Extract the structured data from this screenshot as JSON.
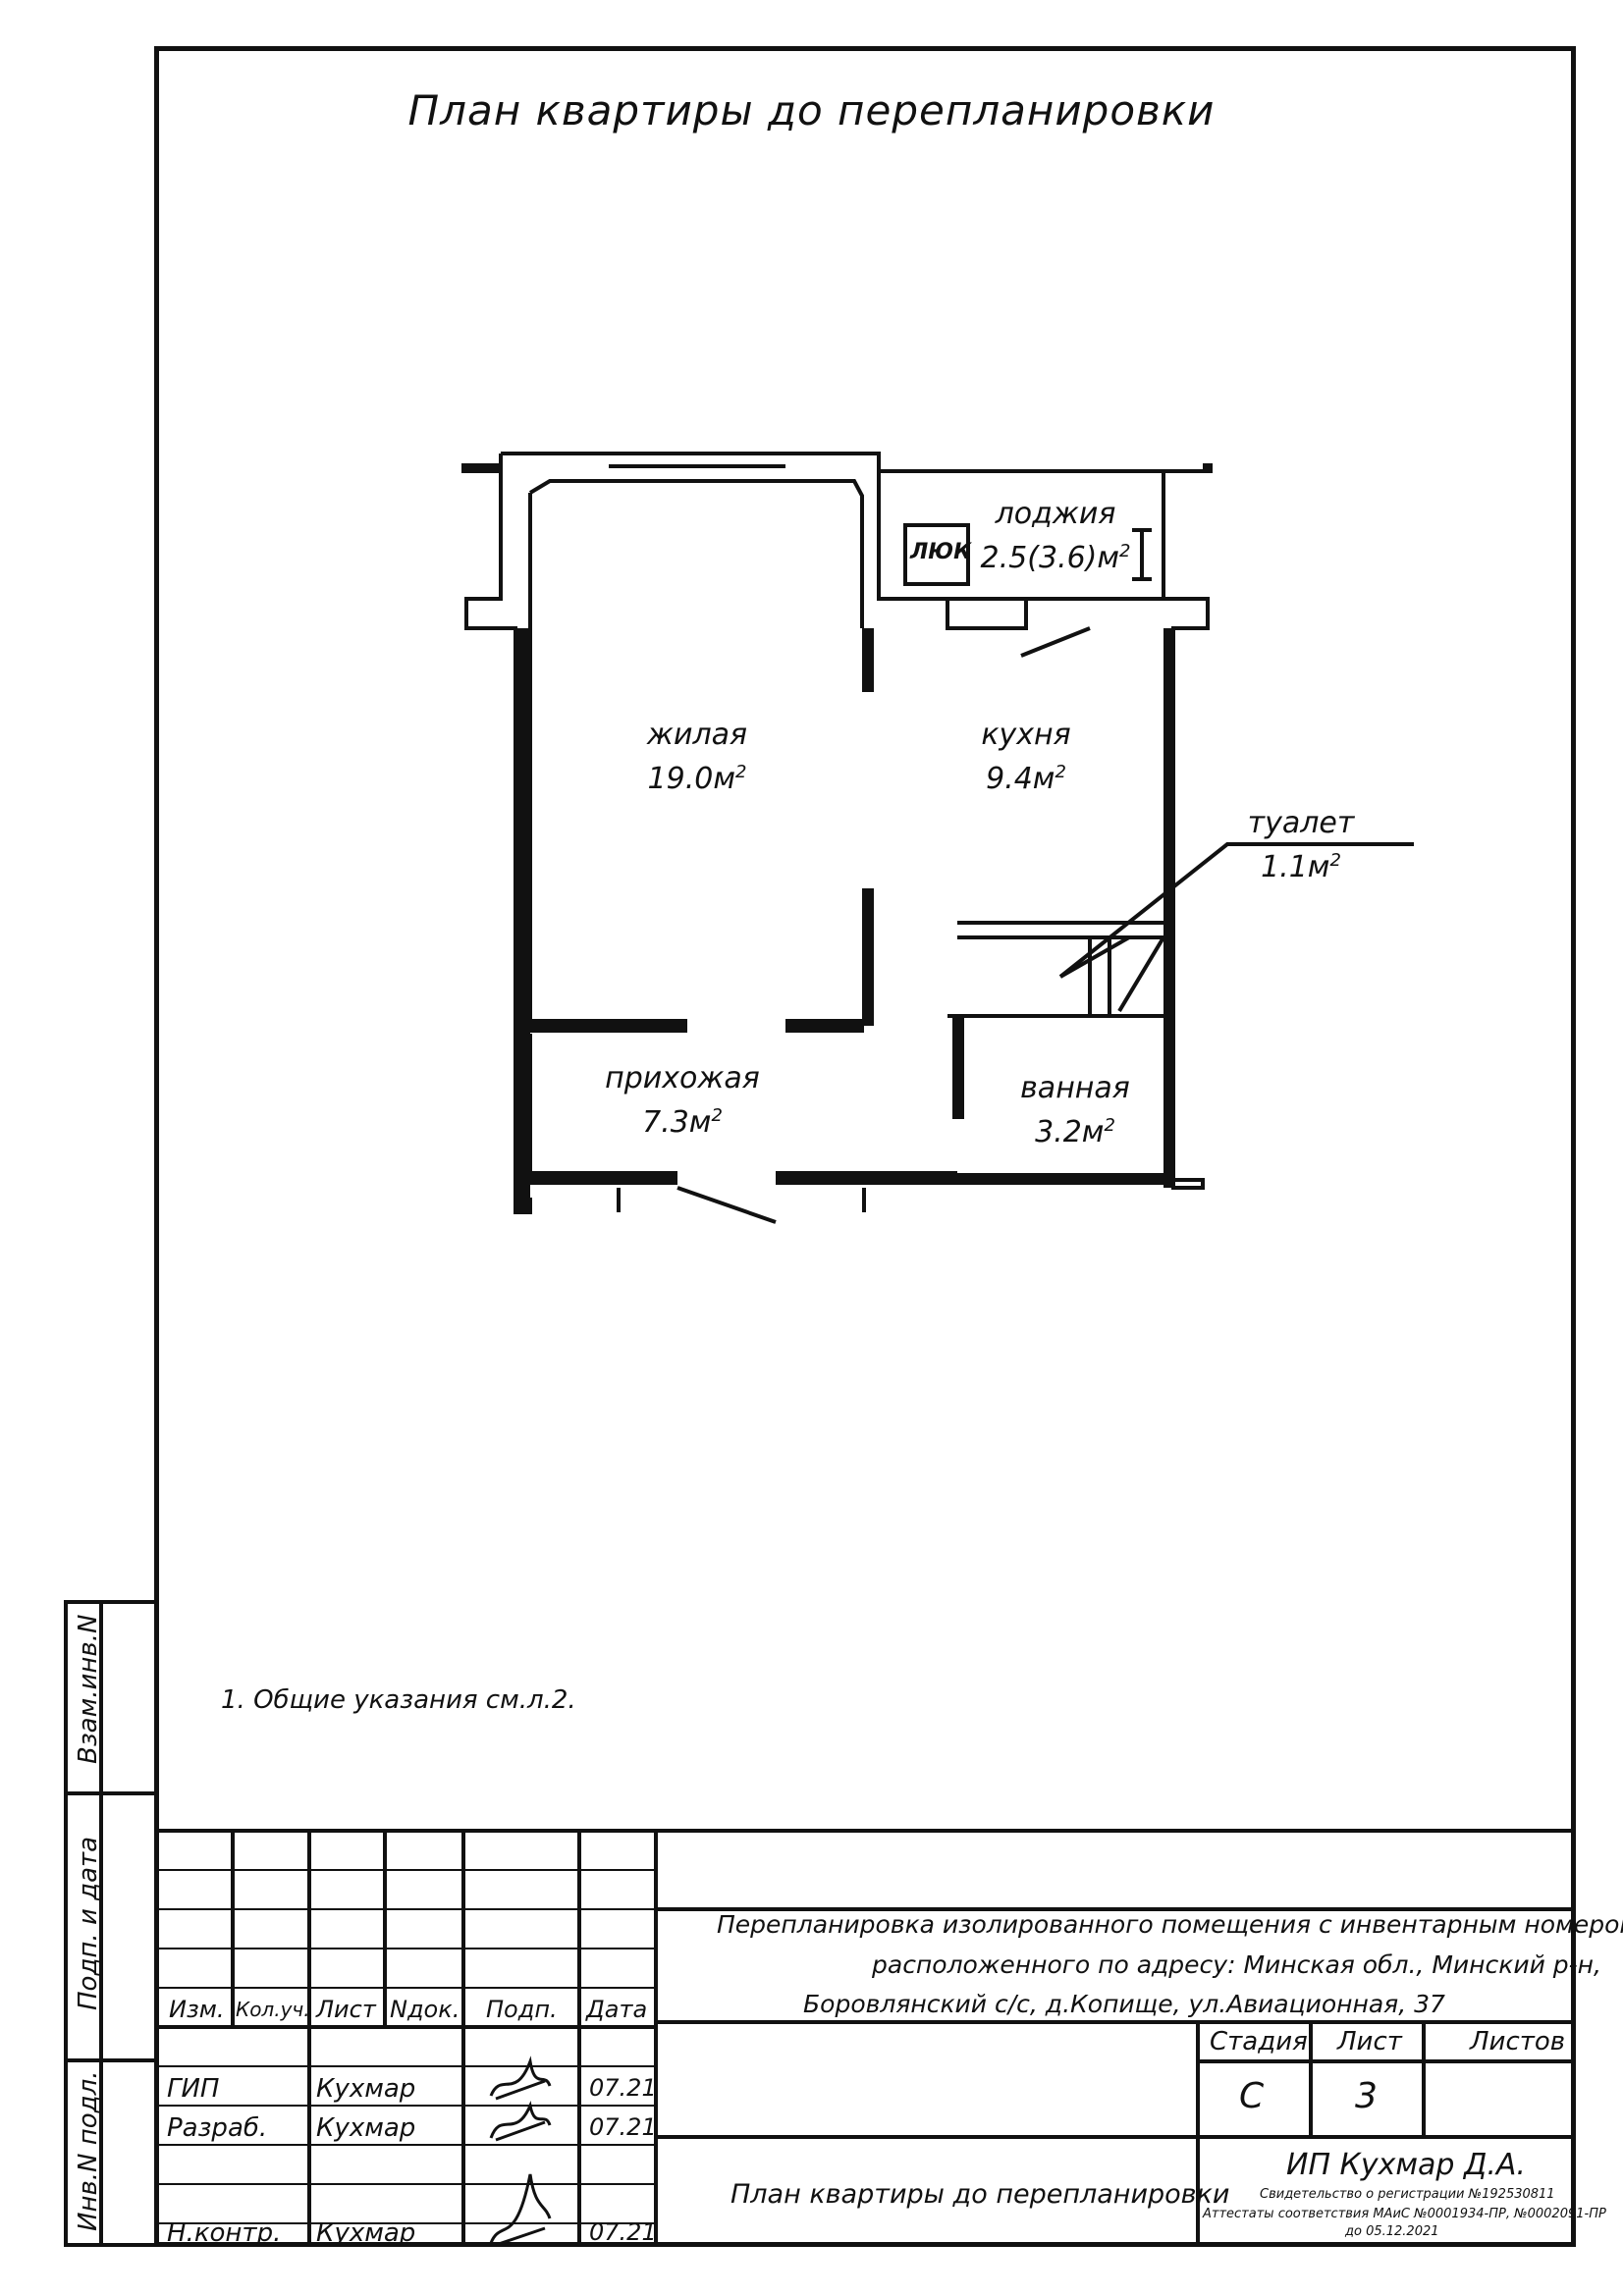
{
  "title": "План квартиры до перепланировки",
  "rooms": [
    {
      "name": "жилая",
      "area": "19.0м",
      "sup": "2"
    },
    {
      "name": "кухня",
      "area": "9.4м",
      "sup": "2"
    },
    {
      "name": "лоджия",
      "area": "2.5(3.6)м",
      "sup": "2"
    },
    {
      "name": "туалет",
      "area": "1.1м",
      "sup": "2"
    },
    {
      "name": "прихожая",
      "area": "7.3м",
      "sup": "2"
    },
    {
      "name": "ванная",
      "area": "3.2м",
      "sup": "2"
    }
  ],
  "hatch_label": "ЛЮК",
  "note": "1.  Общие указания см.л.2.",
  "side_stamp": [
    "Взам.инв.N",
    "Подп. и дата",
    "Инв.N подл."
  ],
  "stamp": {
    "headers": [
      "Изм.",
      "Кол.уч.",
      "Лист",
      "Nдок.",
      "Подп.",
      "Дата"
    ],
    "rows": [
      {
        "role": "ГИП",
        "name": "Кухмар",
        "date": "07.21"
      },
      {
        "role": "Разраб.",
        "name": "Кухмар",
        "date": "07.21"
      },
      {
        "role": "Н.контр.",
        "name": "Кухмар",
        "date": "07.21"
      }
    ],
    "project_line1": "Перепланировка изолированного помещения с инвентарным номером",
    "project_line2": "расположенного по адресу: Минская обл., Минский р-н,",
    "project_line3": "Боровлянский с/с, д.Копище, ул.Авиационная, 37",
    "stage_header": "Стадия",
    "sheet_header": "Лист",
    "sheets_header": "Листов",
    "stage": "С",
    "sheet": "3",
    "sheets": "",
    "drawing_title": "План квартиры до перепланировки",
    "company": "ИП Кухмар Д.А.",
    "cert1": "Свидетельство о регистрации №192530811",
    "cert2": "Аттестаты соответствия МАиС №0001934-ПР, №0002091-ПР",
    "cert3": "до 05.12.2021"
  }
}
